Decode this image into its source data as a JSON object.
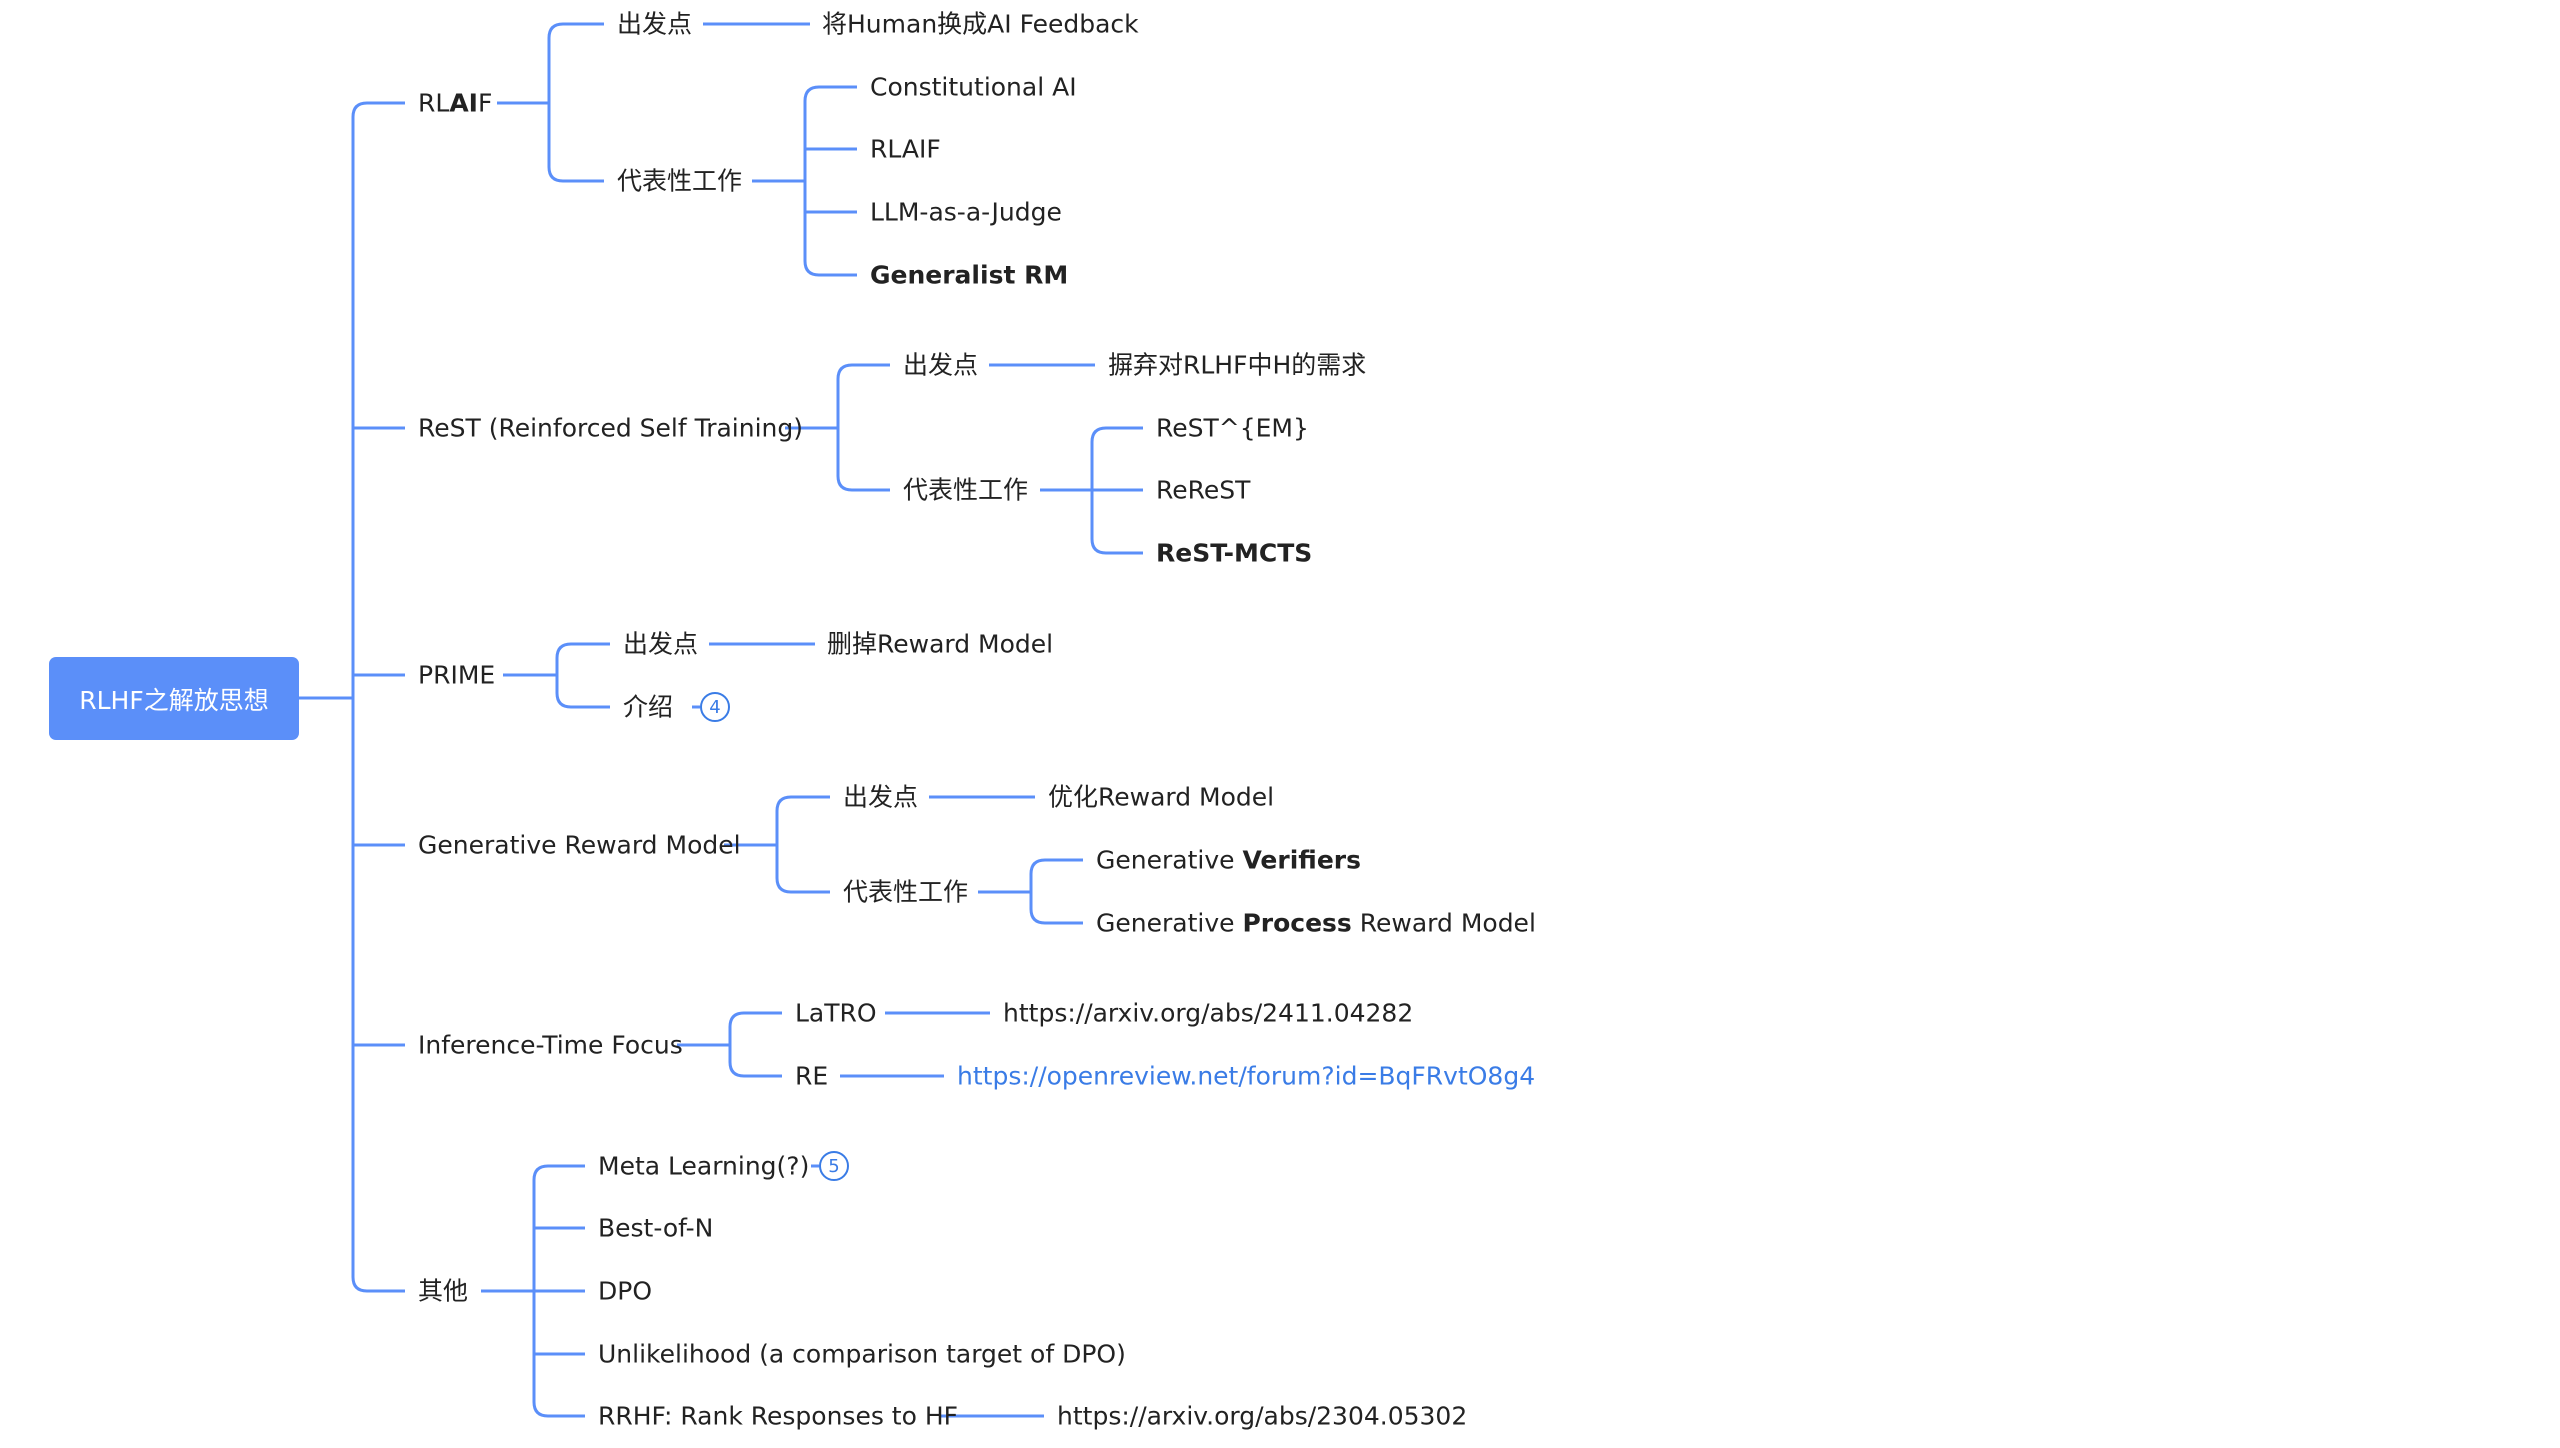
{
  "root": "RLHF之解放思想",
  "rlaif": {
    "label_pre": "RL",
    "label_bold": "AI",
    "label_post": "F",
    "start": {
      "label": "出发点",
      "value": "将Human换成AI Feedback"
    },
    "works": {
      "label": "代表性工作",
      "items": [
        "Constitutional AI",
        "RLAIF",
        "LLM-as-a-Judge"
      ],
      "bold_item": "Generalist RM"
    }
  },
  "rest": {
    "label": "ReST (Reinforced Self Training)",
    "start": {
      "label": "出发点",
      "value": "摒弃对RLHF中H的需求"
    },
    "works": {
      "label": "代表性工作",
      "items": [
        "ReST^{EM}",
        "ReReST"
      ],
      "bold_item": "ReST-MCTS"
    }
  },
  "prime": {
    "label": "PRIME",
    "start": {
      "label": "出发点",
      "value": "删掉Reward Model"
    },
    "intro": {
      "label": "介绍",
      "badge": "4"
    }
  },
  "grm": {
    "label": "Generative Reward Model",
    "start": {
      "label": "出发点",
      "value": "优化Reward Model"
    },
    "works": {
      "label": "代表性工作",
      "v_pre": "Generative ",
      "v_bold": "Verifiers",
      "p_pre": "Generative ",
      "p_bold": "Process",
      "p_post": " Reward Model"
    }
  },
  "itf": {
    "label": "Inference-Time Focus",
    "latro": {
      "label": "LaTRO",
      "value": "https://arxiv.org/abs/2411.04282"
    },
    "re": {
      "label": "RE",
      "value": "https://openreview.net/forum?id=BqFRvtO8g4"
    }
  },
  "other": {
    "label": "其他",
    "meta": {
      "label": "Meta Learning(?)",
      "badge": "5"
    },
    "items": [
      "Best-of-N",
      "DPO",
      "Unlikelihood (a comparison target of DPO)"
    ],
    "rrhf": {
      "label": "RRHF: Rank Responses to HF",
      "value": "https://arxiv.org/abs/2304.05302"
    }
  },
  "colors": {
    "line": "#5b8ff9",
    "root_bg": "#5b8ff9",
    "link": "#3a7ce6"
  }
}
